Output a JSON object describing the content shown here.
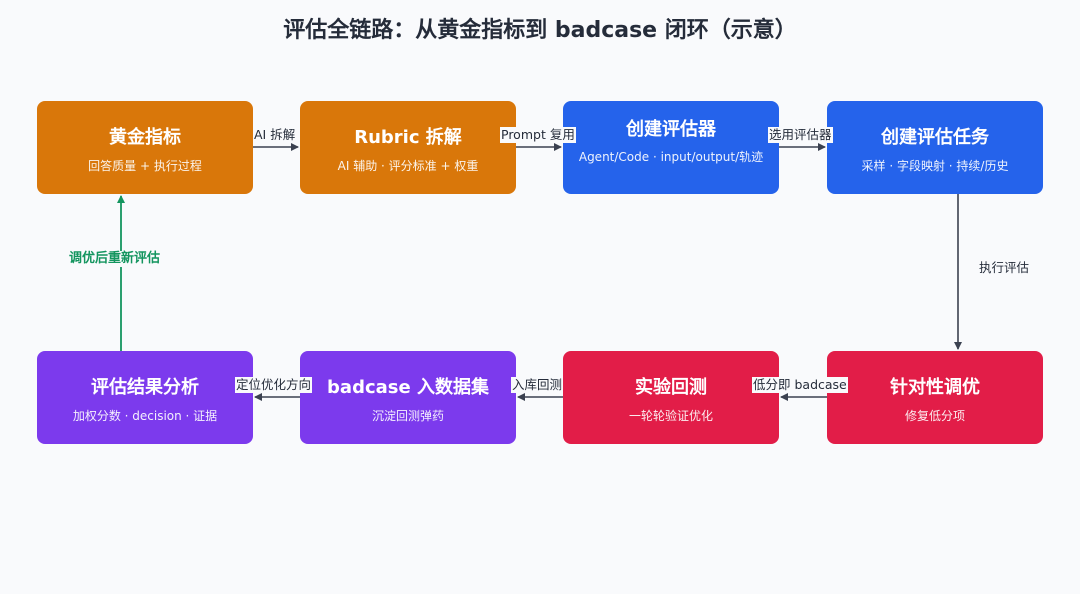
{
  "title": "评估全链路：从黄金指标到 badcase 闭环（示意）",
  "nodes": [
    {
      "title": "黄金指标",
      "subtitle": "回答质量 + 执行过程",
      "color": "#d9770a"
    },
    {
      "title": "Rubric 拆解",
      "subtitle": "AI 辅助 · 评分标准 + 权重",
      "color": "#d9770a"
    },
    {
      "title": "创建评估器",
      "subtitle": "Agent/Code · input/output/轨迹",
      "color": "#2563eb"
    },
    {
      "title": "创建评估任务",
      "subtitle": "采样 · 字段映射 · 持续/历史",
      "color": "#2563eb"
    },
    {
      "title": "针对性调优",
      "subtitle": "修复低分项",
      "color": "#e21d48"
    },
    {
      "title": "实验回测",
      "subtitle": "一轮轮验证优化",
      "color": "#e21d48"
    },
    {
      "title": "badcase 入数据集",
      "subtitle": "沉淀回测弹药",
      "color": "#7c3aed"
    },
    {
      "title": "评估结果分析",
      "subtitle": "加权分数 · decision · 证据",
      "color": "#7c3aed"
    }
  ],
  "edges": [
    {
      "from": "黄金指标",
      "to": "Rubric 拆解",
      "label": "AI 拆解"
    },
    {
      "from": "Rubric 拆解",
      "to": "创建评估器",
      "label": "Prompt 复用"
    },
    {
      "from": "创建评估器",
      "to": "创建评估任务",
      "label": "选用评估器"
    },
    {
      "from": "创建评估任务",
      "to": "针对性调优",
      "label": "执行评估"
    },
    {
      "from": "针对性调优",
      "to": "实验回测",
      "label": "低分即 badcase"
    },
    {
      "from": "实验回测",
      "to": "badcase 入数据集",
      "label": "入库回测"
    },
    {
      "from": "badcase 入数据集",
      "to": "评估结果分析",
      "label": "定位优化方向"
    },
    {
      "from": "评估结果分析",
      "to": "黄金指标",
      "label": "调优后重新评估",
      "color": "#14955f"
    }
  ]
}
